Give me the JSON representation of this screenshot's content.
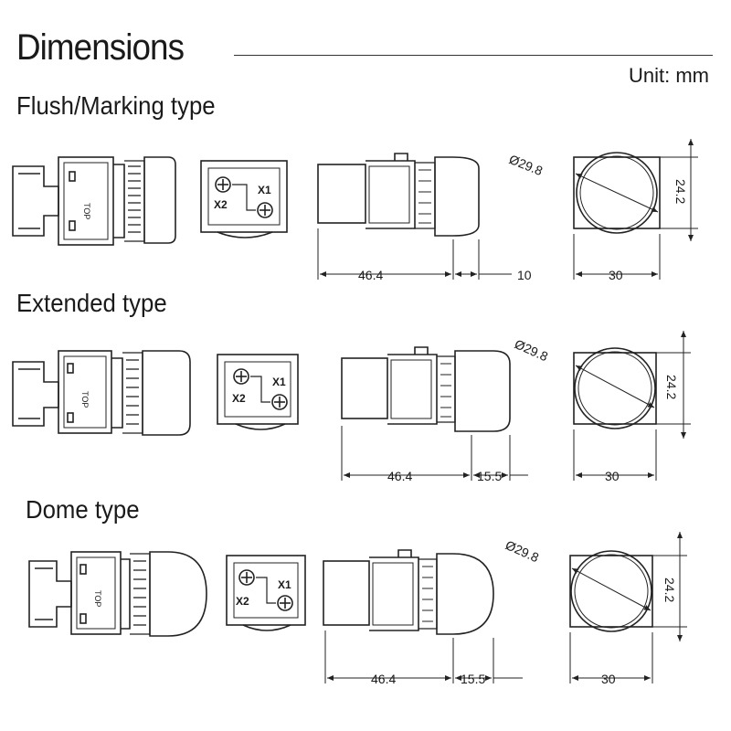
{
  "header": {
    "title": "Dimensions",
    "unit": "Unit: mm"
  },
  "sections": [
    {
      "name": "Flush/Marking type",
      "marking_left": "TOP",
      "terminal_x1": "X1",
      "terminal_x2": "X2",
      "body_length": "46.4",
      "head_length": "10",
      "diameter": "Ø29.8",
      "width": "30",
      "height": "24.2"
    },
    {
      "name": "Extended type",
      "marking_left": "TOP",
      "terminal_x1": "X1",
      "terminal_x2": "X2",
      "body_length": "46.4",
      "head_length": "15.5",
      "diameter": "Ø29.8",
      "width": "30",
      "height": "24.2"
    },
    {
      "name": "Dome type",
      "marking_left": "TOP",
      "terminal_x1": "X1",
      "terminal_x2": "X2",
      "body_length": "46.4",
      "head_length": "15.5",
      "diameter": "Ø29.8",
      "width": "30",
      "height": "24.2"
    }
  ]
}
